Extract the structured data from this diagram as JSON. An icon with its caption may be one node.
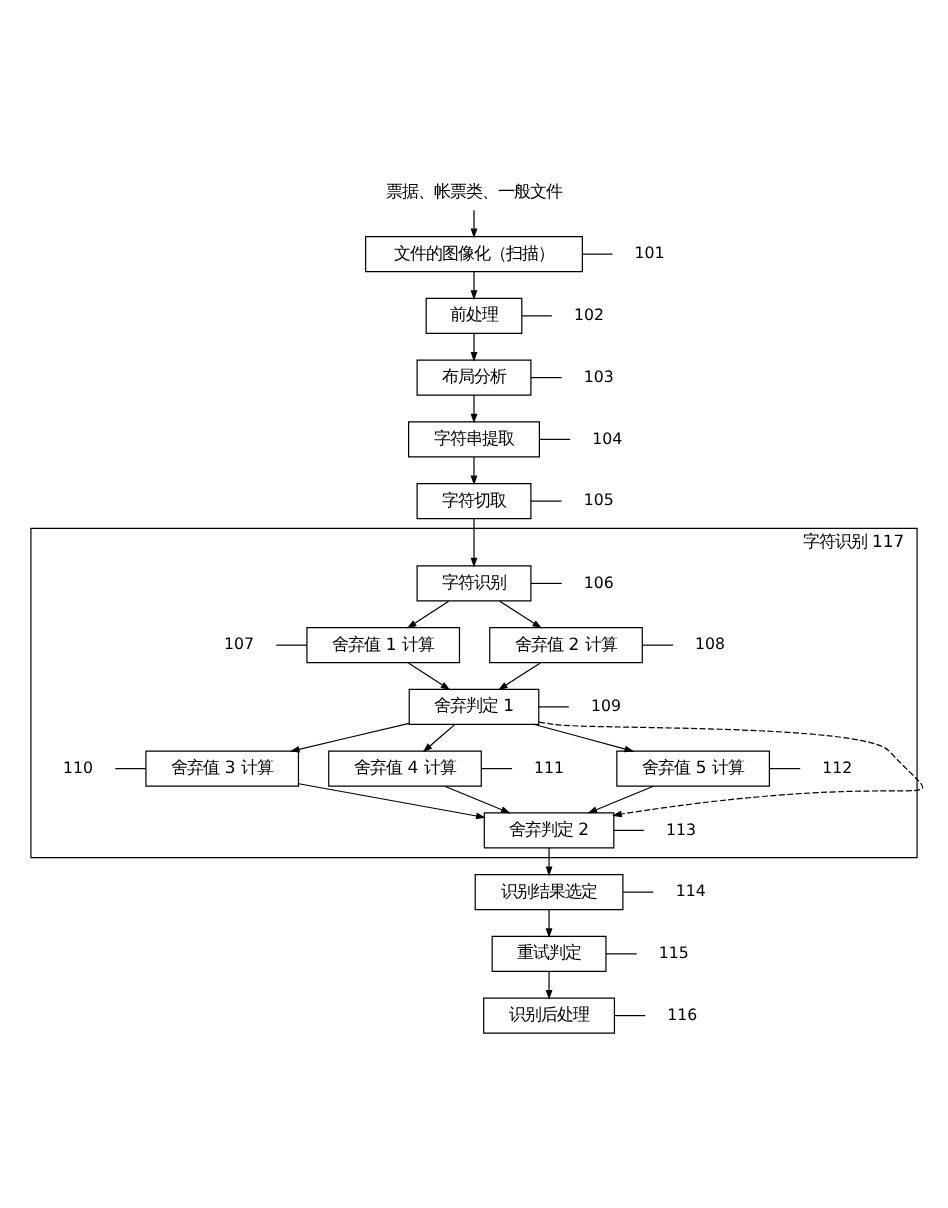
{
  "diagram": {
    "nodes": [
      {
        "text": [
          "票据、帐票类、一般文件"
        ]
      },
      {
        "text": [
          "文件的图像化（扫描）"
        ]
      },
      {
        "text": [
          "前处理"
        ]
      },
      {
        "text": [
          "布局分析"
        ]
      },
      {
        "text": [
          "字符串提取"
        ]
      },
      {
        "text": [
          "字符切取"
        ]
      },
      {
        "text": [
          "字符识别 117"
        ]
      },
      {
        "text": [
          "字符识别"
        ],
        "in": 6
      },
      {
        "text": [
          "舍弃值 1 计算"
        ],
        "in": 6
      },
      {
        "text": [
          "舍弃值 2 计算"
        ],
        "in": 6
      },
      {
        "text": [
          "舍弃判定 1"
        ],
        "in": 6
      },
      {
        "text": [
          "舍弃值 3 计算"
        ],
        "in": 6
      },
      {
        "text": [
          "舍弃值 4 计算"
        ],
        "in": 6
      },
      {
        "text": [
          "舍弃值 5 计算"
        ],
        "in": 6
      },
      {
        "text": [
          "舍弃判定 2"
        ],
        "in": 6
      },
      {
        "text": [
          "识别结果选定"
        ]
      },
      {
        "text": [
          "重试判定"
        ]
      },
      {
        "text": [
          "识别后处理"
        ]
      },
      {
        "text": [
          "101"
        ]
      },
      {
        "text": [
          "102"
        ]
      },
      {
        "text": [
          "103"
        ]
      },
      {
        "text": [
          "104"
        ]
      },
      {
        "text": [
          "105"
        ]
      },
      {
        "text": [
          "106"
        ],
        "in": 6
      },
      {
        "text": [
          "107"
        ],
        "in": 6
      },
      {
        "text": [
          "108"
        ],
        "in": 6
      },
      {
        "text": [
          "109"
        ],
        "in": 6
      },
      {
        "text": [
          "110"
        ],
        "in": 6
      },
      {
        "text": [
          "111"
        ],
        "in": 6
      },
      {
        "text": [
          "112"
        ],
        "in": 6
      },
      {
        "text": [
          "113"
        ],
        "in": 6
      },
      {
        "text": [
          "114"
        ]
      },
      {
        "text": [
          "115"
        ]
      },
      {
        "text": [
          "116"
        ]
      }
    ],
    "edges": [
      {
        "from": 0,
        "to": 1,
        "arrow": "to"
      },
      {
        "from": 1,
        "to": 2,
        "arrow": "to"
      },
      {
        "from": 2,
        "to": 3,
        "arrow": "to"
      },
      {
        "from": 3,
        "to": 4,
        "arrow": "to"
      },
      {
        "from": 4,
        "to": 5,
        "arrow": "to"
      },
      {
        "from": 5,
        "to": 7,
        "arrow": "to"
      },
      {
        "from": 7,
        "to": 8,
        "arrow": "to"
      },
      {
        "from": 7,
        "to": 9,
        "arrow": "to"
      },
      {
        "from": 8,
        "to": 10,
        "arrow": "to"
      },
      {
        "from": 9,
        "to": 10,
        "arrow": "to"
      },
      {
        "from": 10,
        "to": 11,
        "arrow": "to"
      },
      {
        "from": 10,
        "to": 12,
        "arrow": "to"
      },
      {
        "from": 10,
        "to": 13,
        "arrow": "to"
      },
      {
        "from": 11,
        "to": 14,
        "arrow": "to"
      },
      {
        "from": 12,
        "to": 14,
        "arrow": "to"
      },
      {
        "from": 13,
        "to": 14,
        "arrow": "to"
      },
      {
        "from": 10,
        "to": 14,
        "arrow": "to",
        "style": "dashed"
      },
      {
        "from": 14,
        "to": 15,
        "arrow": "to"
      },
      {
        "from": 15,
        "to": 16,
        "arrow": "to"
      },
      {
        "from": 16,
        "to": 17,
        "arrow": "to"
      },
      {
        "from": 1,
        "to": 18,
        "arrow": "none"
      },
      {
        "from": 2,
        "to": 19,
        "arrow": "none"
      },
      {
        "from": 3,
        "to": 20,
        "arrow": "none"
      },
      {
        "from": 4,
        "to": 21,
        "arrow": "none"
      },
      {
        "from": 5,
        "to": 22,
        "arrow": "none"
      },
      {
        "from": 7,
        "to": 23,
        "arrow": "none"
      },
      {
        "from": 24,
        "to": 8,
        "arrow": "none"
      },
      {
        "from": 9,
        "to": 25,
        "arrow": "none"
      },
      {
        "from": 10,
        "to": 26,
        "arrow": "none"
      },
      {
        "from": 27,
        "to": 11,
        "arrow": "none"
      },
      {
        "from": 12,
        "to": 28,
        "arrow": "none"
      },
      {
        "from": 13,
        "to": 29,
        "arrow": "none"
      },
      {
        "from": 14,
        "to": 30,
        "arrow": "none"
      },
      {
        "from": 15,
        "to": 31,
        "arrow": "none"
      },
      {
        "from": 16,
        "to": 32,
        "arrow": "none"
      },
      {
        "from": 17,
        "to": 33,
        "arrow": "none"
      }
    ]
  }
}
